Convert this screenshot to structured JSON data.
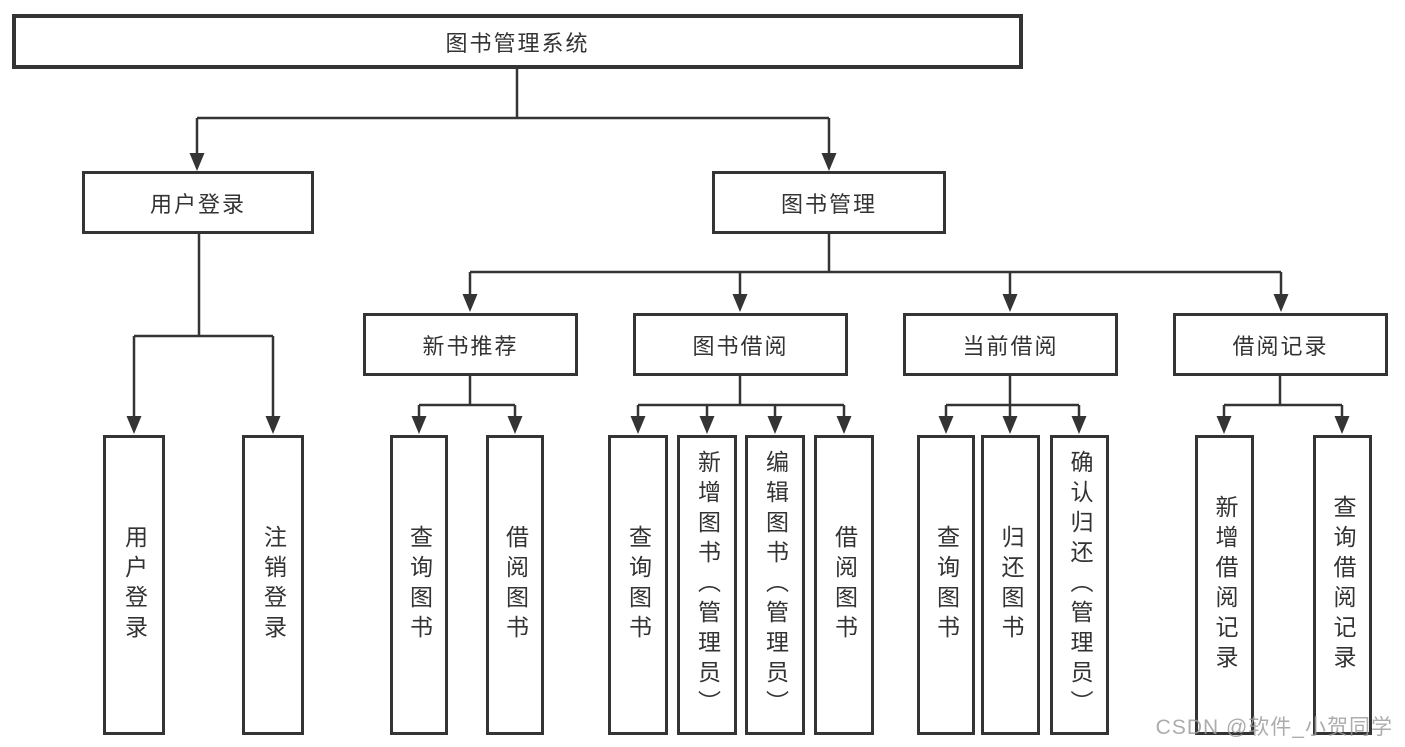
{
  "watermark": "CSDN @软件_小贺同学",
  "colors": {
    "line": "#343434",
    "box_border": "#343434",
    "text": "#333333",
    "watermark": "#9e9e9e",
    "background": "#ffffff"
  },
  "tree": {
    "label": "图书管理系统",
    "children": [
      {
        "label": "用户登录",
        "children": [
          {
            "label": "用户登录"
          },
          {
            "label": "注销登录"
          }
        ]
      },
      {
        "label": "图书管理",
        "children": [
          {
            "label": "新书推荐",
            "children": [
              {
                "label": "查询图书"
              },
              {
                "label": "借阅图书"
              }
            ]
          },
          {
            "label": "图书借阅",
            "children": [
              {
                "label": "查询图书"
              },
              {
                "label": "新增图书（管理员）"
              },
              {
                "label": "编辑图书（管理员）"
              },
              {
                "label": "借阅图书"
              }
            ]
          },
          {
            "label": "当前借阅",
            "children": [
              {
                "label": "查询图书"
              },
              {
                "label": "归还图书"
              },
              {
                "label": "确认归还（管理员）"
              }
            ]
          },
          {
            "label": "借阅记录",
            "children": [
              {
                "label": "新增借阅记录"
              },
              {
                "label": "查询借阅记录"
              }
            ]
          }
        ]
      }
    ]
  }
}
